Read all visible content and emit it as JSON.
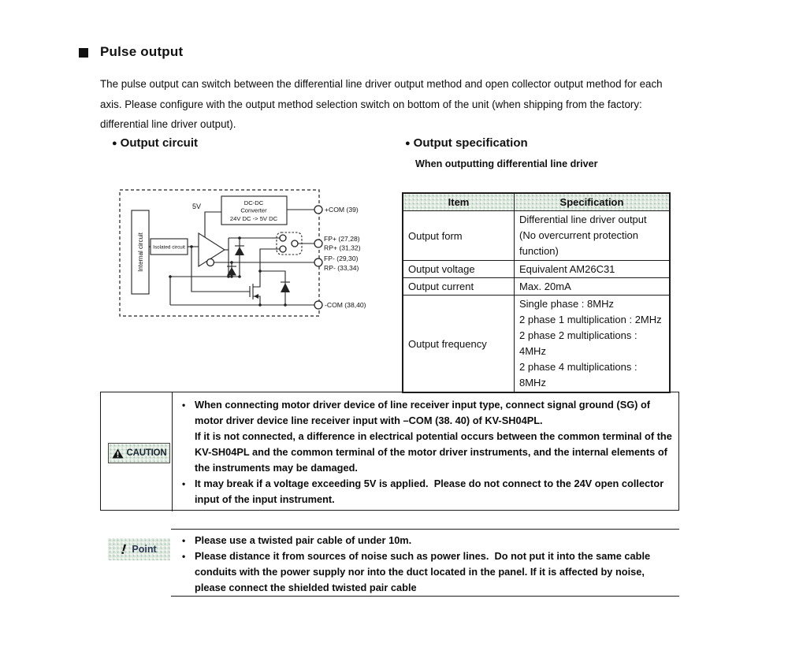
{
  "page": {
    "title": "Pulse output",
    "intro": "The pulse output can switch between the differential line driver output method and open collector output method for each axis. Please configure with the output method selection switch on bottom of the unit (when shipping from the factory: differential line driver output)."
  },
  "sections": {
    "output_circuit": {
      "heading": "Output circuit"
    },
    "output_specification": {
      "heading": "Output specification",
      "subheading": "When outputting differential line driver"
    }
  },
  "icons": {
    "section_bullet": "●",
    "list_bullet": "•",
    "caution_mark": "!",
    "point_mark": "!"
  },
  "circuit": {
    "labels": {
      "internal_circuit": "Internal circuit",
      "isolated_circuit": "Isolated circuit",
      "five_v": "5V",
      "dcdc_line1": "DC-DC",
      "dcdc_line2": "Converter",
      "dcdc_line3": "24V DC -> 5V DC",
      "terminal_pcom": "+COM (39)",
      "terminal_fpp": "FP+ (27,28)",
      "terminal_rpp": "RP+ (31,32)",
      "terminal_fpm": "FP- (29,30)",
      "terminal_rpm": "RP- (33,34)",
      "terminal_mcom": "-COM (38,40)"
    }
  },
  "spec_table": {
    "headers": [
      "Item",
      "Specification"
    ],
    "rows": [
      {
        "item": "Output form",
        "spec": [
          "Differential line driver output",
          "(No overcurrent protection",
          "function)"
        ]
      },
      {
        "item": "Output voltage",
        "spec": [
          "Equivalent AM26C31"
        ]
      },
      {
        "item": "Output current",
        "spec": [
          "Max. 20mA"
        ]
      },
      {
        "item": "Output frequency",
        "spec": [
          "Single phase : 8MHz",
          "2 phase 1 multiplication : 2MHz",
          "2 phase 2 multiplications : 4MHz",
          "2 phase 4 multiplications : 8MHz"
        ]
      }
    ]
  },
  "caution": {
    "label": "CAUTION",
    "bullets": [
      {
        "lines": [
          "When connecting motor driver device of line receiver input type, connect signal ground (SG) of motor driver device line receiver input with –COM (38. 40) of KV-SH04PL.",
          "If it is not connected, a difference in electrical potential occurs between the common terminal of the KV-SH04PL and the common terminal of the motor driver instruments, and the internal elements of the instruments may be damaged."
        ]
      },
      {
        "lines": [
          "It may break if a voltage exceeding 5V is applied.  Please do not connect to the 24V open collector input of the input instrument."
        ]
      }
    ]
  },
  "point": {
    "label": "Point",
    "bullets": [
      "Please use a twisted pair cable of under 10m.",
      "Please distance it from sources of noise such as power lines.  Do not put it into the same cable conduits with the power supply nor into the duct located in the panel. If it is affected by noise, please connect the shielded twisted pair cable"
    ]
  },
  "colors": {
    "speckle_bg": "#e0e9e0",
    "caution_text": "#1b2430",
    "point_text": "#2e3a55",
    "line": "#1c1c1c"
  }
}
